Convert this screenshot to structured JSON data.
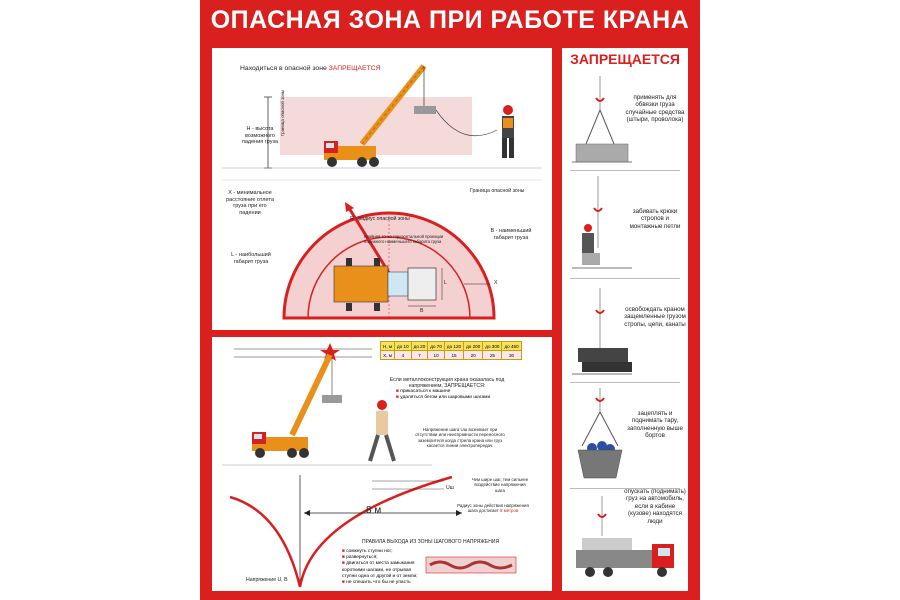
{
  "poster": {
    "title": "ОПАСНАЯ ЗОНА ПРИ РАБОТЕ КРАНА",
    "colors": {
      "primary_red": "#d9201f",
      "crane_orange": "#e8901a",
      "truck_red": "#d9201f",
      "zone_pink": "#f4d0d0",
      "white": "#ffffff"
    }
  },
  "panel1": {
    "heading_prefix": "Находиться в опасной зоне",
    "heading_forbidden": "ЗАПРЕЩАЕТСЯ",
    "h_label": "Н - высота возможного падения груза",
    "boundary_vertical": "Граница опасной зоны",
    "x_label": "Х - минимальное расстояние отлета груза при его падении",
    "boundary_label": "Граница опасной зоны",
    "r_label": "R - радиус опасной зоны",
    "projection_label": "Крайняя точка горизонтальной проекции наружного наименьшего габарита груза",
    "b_label": "В - наименьший габарит груза",
    "l_label": "L - наибольший габарит груза",
    "dim_l": "L",
    "dim_b": "B",
    "dim_x": "X"
  },
  "panel2": {
    "table": {
      "row1_head": "Н, м",
      "row1": [
        "до 10",
        "до 20",
        "до 70",
        "до 120",
        "до 200",
        "до 300",
        "до 450"
      ],
      "row2_head": "Х, м",
      "row2": [
        "4",
        "7",
        "10",
        "15",
        "20",
        "25",
        "30"
      ]
    },
    "voltage_heading": "Если металлоконструкция крана оказалась под напряжением, ЗАПРЕЩАЕТСЯ:",
    "voltage_items": [
      "прикасаться к машине",
      "удаляться бегом или шаровыми шагами"
    ],
    "step_voltage_text": "Напряжение шага Uш возникает при отсутствии или неисправности переносного заземлителя когда стрела крана или груз касается линии электропередач.",
    "wider_step": "Чем шире шаг, тем сильнее воздействие напряжения шага",
    "ush": "Uш",
    "radius_text_prefix": "Радиус зоны действия напряжения шага достигает",
    "radius_value": "8 метров",
    "distance": "8 м",
    "voltage_axis": "Напряжение U, В",
    "rules_heading": "ПРАВИЛА ВЫХОДА ИЗ ЗОНЫ ШАГОВОГО НАПРЯЖЕНИЯ",
    "rules": [
      "сомкнуть ступни ног;",
      "развернуться;",
      "двигаться от места замыкания короткими шагами, не отрывая ступни одна от другой и от земли;",
      "не спешить что бы не упасть"
    ]
  },
  "sidebar": {
    "heading": "ЗАПРЕЩАЕТСЯ",
    "items": [
      "применять для обвязки груза случайные средства (штыри, проволока)",
      "забивать крюки стропов и монтажные петли",
      "освобождать краном защемленные грузом стропы, цепи, канаты",
      "зацеплять и поднимать тару, заполненную выше бортов",
      "опускать (поднимать) груз на автомобиль, если в кабине (кузове) находятся люди"
    ]
  }
}
